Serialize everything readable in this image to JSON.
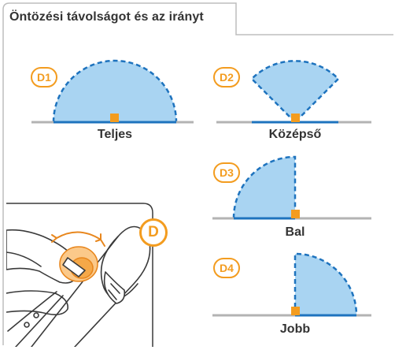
{
  "header": {
    "title": "Öntözési távolságot és az irányt"
  },
  "colors": {
    "orange": "#F39C1F",
    "blue": "#1E73BE",
    "fill": "#A9D4F2",
    "gray": "#B3B3B3"
  },
  "panels": [
    {
      "badge": "D1",
      "label": "Teljes",
      "mode": "full-180"
    },
    {
      "badge": "D2",
      "label": "Középső",
      "mode": "center-90"
    },
    {
      "badge": "D3",
      "label": "Bal",
      "mode": "left-90"
    },
    {
      "badge": "D4",
      "label": "Jobb",
      "mode": "right-90"
    }
  ],
  "illustration": {
    "badge": "D",
    "icon": "hand-turning-nozzle-dial-icon"
  }
}
